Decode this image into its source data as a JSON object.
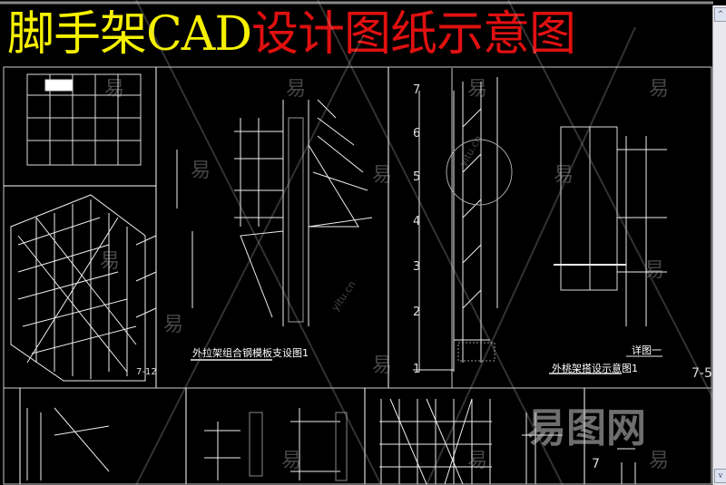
{
  "title": {
    "part1": "脚手架CAD",
    "part2": "设计图纸示意图"
  },
  "labels": {
    "panel_center": "外拉架组合钢模板支设图1",
    "panel_right": "外桃架搭设示意图1",
    "detail": "详图一",
    "sheet_right": "7-5",
    "sheet_left": "7-12",
    "bottom_num": "7",
    "level_marks": [
      "7",
      "6",
      "5",
      "4",
      "3",
      "2",
      "1"
    ]
  },
  "watermark": {
    "char": "易",
    "domain": "yitu.cn",
    "brand": "易图网"
  },
  "scrollbar": {
    "up": "^",
    "down": "v"
  },
  "colors": {
    "title_yellow": "#f5f000",
    "title_red": "#e01010",
    "lines": "#ffffff"
  }
}
